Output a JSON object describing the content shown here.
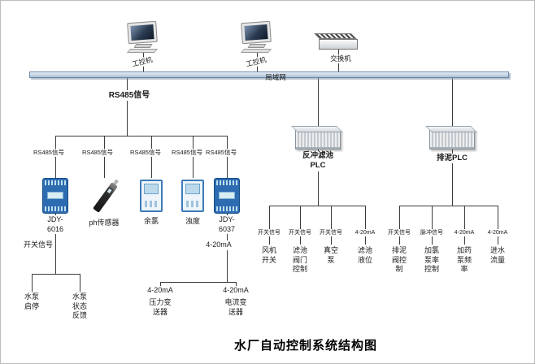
{
  "title": "水厂自动控制系统结构图",
  "colors": {
    "bus_fill": "#b9cbde",
    "module_blue": "#2e6cb2",
    "meter_blue": "#3d7ab8",
    "plc_grey": "#cfd6db"
  },
  "icons": {
    "workstation": "monitor-icon",
    "switch": "network-switch-icon",
    "plc": "plc-rack-icon",
    "daq": "io-module-icon",
    "ph_sensor": "ph-pen-sensor-icon",
    "meter": "panel-meter-icon"
  },
  "network": {
    "workstation1_label": "工控机",
    "workstation2_label": "工控机",
    "switch_label": "交换机",
    "lan_label": "局域网",
    "rs485_main_label": "RS485信号"
  },
  "field_devices": {
    "branch_signal_labels": [
      "RS485信号",
      "RS485信号",
      "RS485信号",
      "RS485信号",
      "RS485信号"
    ],
    "devices": [
      {
        "name": "JDY-\n6016"
      },
      {
        "name": "ph传感器"
      },
      {
        "name": "余氯"
      },
      {
        "name": "浊度"
      },
      {
        "name": "JDY-\n6037"
      }
    ],
    "jdy6016_signal_label": "开关信号",
    "jdy6016_outputs": [
      {
        "name": "水泵\n启停"
      },
      {
        "name": "水泵\n状态\n反馈"
      }
    ],
    "jdy6037_signal_label": "4-20mA",
    "jdy6037_outputs": [
      {
        "signal": "4-20mA",
        "name": "压力变\n送器"
      },
      {
        "signal": "4-20mA",
        "name": "电流变\n送器"
      }
    ]
  },
  "plc1": {
    "name": "反冲滤池\nPLC",
    "channels": [
      {
        "signal": "开关信号",
        "name": "风机\n开关"
      },
      {
        "signal": "开关信号",
        "name": "滤池\n阀门\n控制"
      },
      {
        "signal": "开关信号",
        "name": "真空\n泵"
      },
      {
        "signal": "4-20mA",
        "name": "滤池\n液位"
      }
    ]
  },
  "plc2": {
    "name": "排泥PLC",
    "channels": [
      {
        "signal": "开关信号",
        "name": "排泥\n阀控\n制"
      },
      {
        "signal": "脉冲信号",
        "name": "加氯\n泵率\n控制"
      },
      {
        "signal": "4-20mA",
        "name": "加药\n泵频\n率"
      },
      {
        "signal": "4-20mA",
        "name": "进水\n流量"
      }
    ]
  }
}
